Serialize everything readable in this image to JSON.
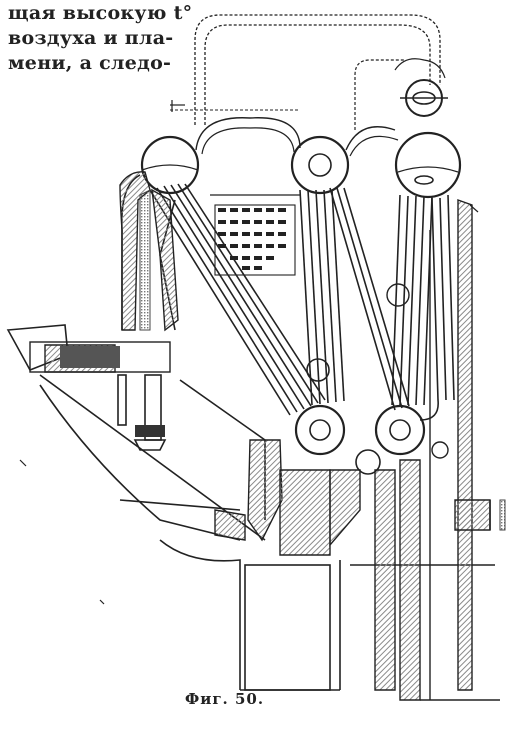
{
  "text_lines": [
    "щая высокую t°",
    "воздуха и пла-",
    "мени, а следо-"
  ],
  "figure": {
    "caption": "Фиг. 50.",
    "drawing_icon": "boiler-cross-section-drawing"
  },
  "colors": {
    "ink": "#222222",
    "hatch": "#8a8a8a",
    "paper": "#ffffff"
  }
}
